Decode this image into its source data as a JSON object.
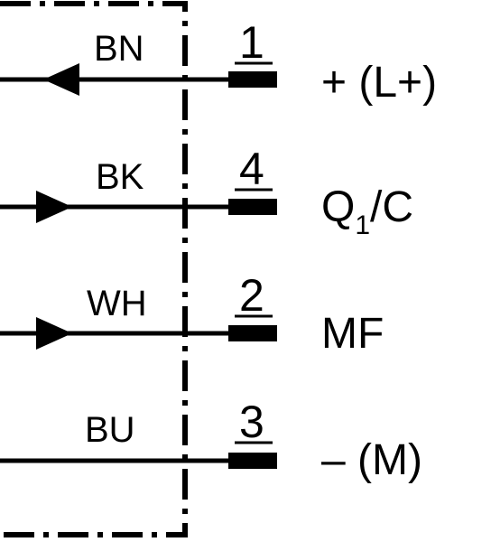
{
  "wires": [
    {
      "color_code": "BN",
      "pin": "1",
      "function": "+ (L+)",
      "arrow": "left"
    },
    {
      "color_code": "BK",
      "pin": "4",
      "function_main": "Q",
      "function_sub": "1",
      "function_rest": "/C",
      "arrow": "right"
    },
    {
      "color_code": "WH",
      "pin": "2",
      "function": "MF",
      "arrow": "right"
    },
    {
      "color_code": "BU",
      "pin": "3",
      "function": "– (M)",
      "arrow": "none"
    }
  ],
  "colors": {
    "line": "#000000",
    "background": "#ffffff"
  }
}
